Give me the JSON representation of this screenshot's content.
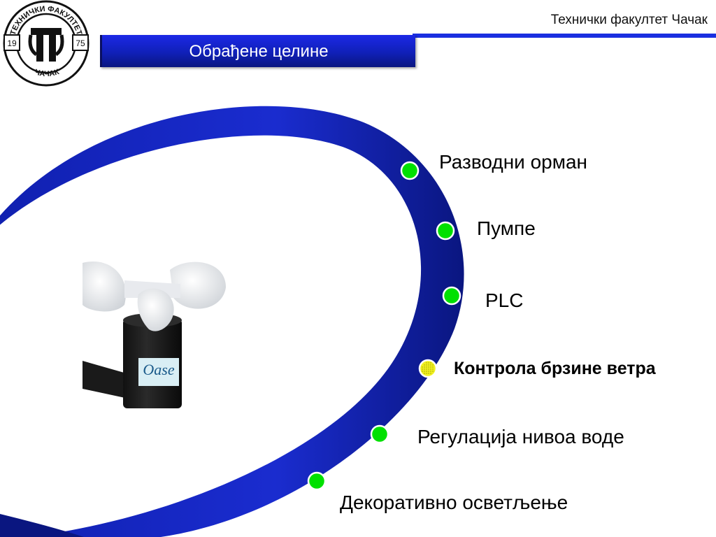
{
  "header": {
    "institution": "Технички факултет Чачак",
    "section_title": "Обрађене целине"
  },
  "logo": {
    "top_text": "ТЕХНИЧКИ ФАКУЛТЕТ",
    "bottom_text": "ЧАЧАК",
    "year_left": "19",
    "year_right": "75"
  },
  "device": {
    "brand": "Oase"
  },
  "items": [
    {
      "label": "Разводни орман",
      "status": "done"
    },
    {
      "label": "Пумпе",
      "status": "done"
    },
    {
      "label": "PLC",
      "status": "done"
    },
    {
      "label": "Контрола брзине ветра",
      "status": "current"
    },
    {
      "label": "Регулација нивоа воде",
      "status": "done"
    },
    {
      "label": "Декоративно осветљење",
      "status": "done"
    }
  ],
  "colors": {
    "accent_blue": "#1a2fe0",
    "dot_done": "#00e000",
    "dot_current": "#f0f020"
  }
}
